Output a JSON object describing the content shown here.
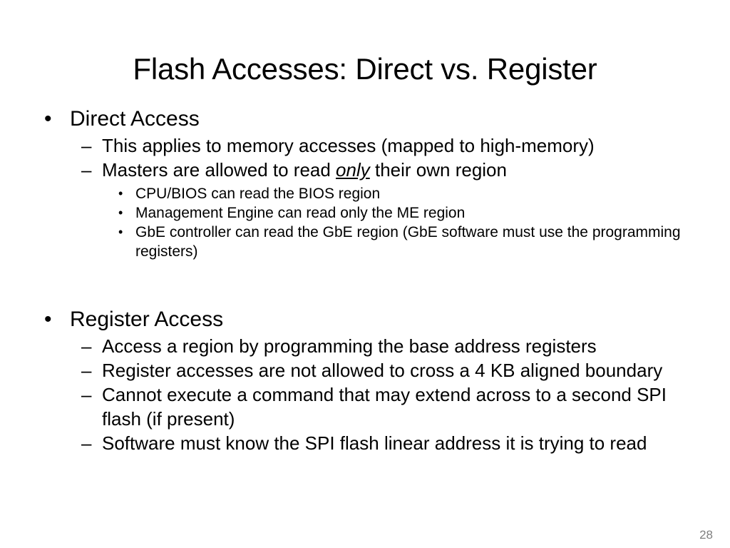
{
  "slide": {
    "title": "Flash Accesses: Direct vs. Register",
    "page_number": "28",
    "markers": {
      "level1": "•",
      "level2": "–",
      "level3": "•"
    },
    "text_color": "#000000",
    "background_color": "#ffffff",
    "page_number_color": "#808080"
  },
  "content": {
    "sections": [
      {
        "heading": "Direct Access",
        "level2": [
          {
            "text": "This applies to memory accesses (mapped to high-memory)"
          },
          {
            "text_before": "Masters are allowed to read ",
            "emphasis": "only",
            "text_after": " their own region"
          }
        ],
        "level3": [
          "CPU/BIOS can read the BIOS region",
          "Management Engine can read only the ME region",
          "GbE controller can read the GbE region (GbE software must use the programming registers)"
        ]
      },
      {
        "heading": "Register Access",
        "level2": [
          {
            "text": "Access a region by programming the base address registers"
          },
          {
            "text": "Register accesses are not allowed to cross a 4 KB aligned boundary"
          },
          {
            "text": "Cannot execute a command that may extend across to a second SPI flash (if present)"
          },
          {
            "text": "Software must know the SPI flash linear address it is trying to read"
          }
        ]
      }
    ]
  }
}
